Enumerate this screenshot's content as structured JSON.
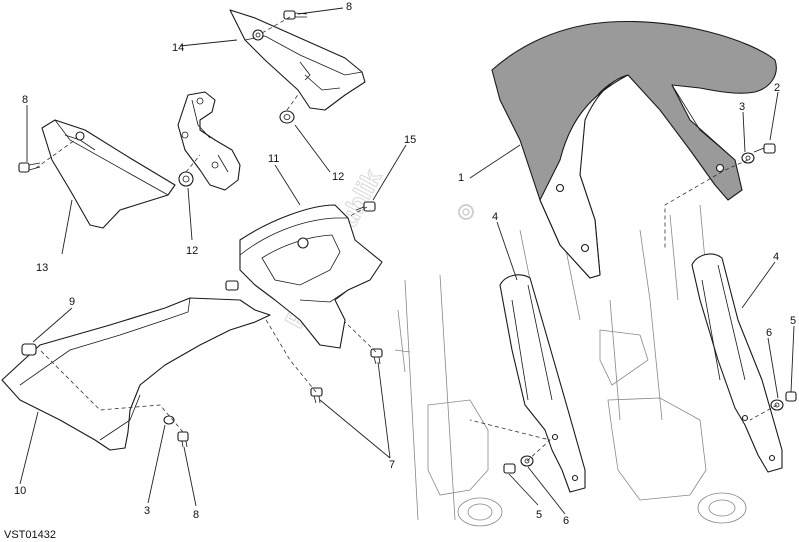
{
  "reference_code": "VST01432",
  "watermark": "PartsRepublik",
  "callouts": [
    {
      "id": "c1",
      "label": "1"
    },
    {
      "id": "c2",
      "label": "2"
    },
    {
      "id": "c3a",
      "label": "3"
    },
    {
      "id": "c3b",
      "label": "3"
    },
    {
      "id": "c4a",
      "label": "4"
    },
    {
      "id": "c4b",
      "label": "4"
    },
    {
      "id": "c5a",
      "label": "5"
    },
    {
      "id": "c5b",
      "label": "5"
    },
    {
      "id": "c6a",
      "label": "6"
    },
    {
      "id": "c6b",
      "label": "6"
    },
    {
      "id": "c7",
      "label": "7"
    },
    {
      "id": "c8a",
      "label": "8"
    },
    {
      "id": "c8b",
      "label": "8"
    },
    {
      "id": "c8c",
      "label": "8"
    },
    {
      "id": "c10",
      "label": "10"
    },
    {
      "id": "c9",
      "label": "9"
    },
    {
      "id": "c11",
      "label": "11"
    },
    {
      "id": "c12a",
      "label": "12"
    },
    {
      "id": "c12b",
      "label": "12"
    },
    {
      "id": "c13",
      "label": "13"
    },
    {
      "id": "c14",
      "label": "14"
    },
    {
      "id": "c15",
      "label": "15"
    }
  ]
}
